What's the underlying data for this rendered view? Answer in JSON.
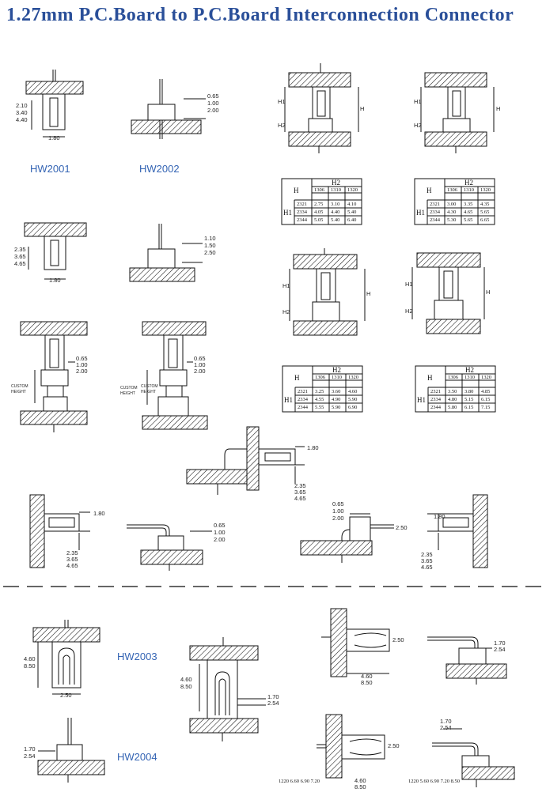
{
  "page": {
    "title": "1.27mm P.C.Board to P.C.Board Interconnection Connector"
  },
  "models": {
    "hw2001": "HW2001",
    "hw2002": "HW2002",
    "hw2003": "HW2003",
    "hw2004": "HW2004"
  },
  "dimensions": {
    "d_2_10": "2.10",
    "d_3_40": "3.40",
    "d_4_40": "4.40",
    "d_1_80": "1.80",
    "d_0_65": "0.65",
    "d_1_00": "1.00",
    "d_2_00": "2.00",
    "d_2_35": "2.35",
    "d_3_65": "3.65",
    "d_4_65": "4.65",
    "d_1_10": "1.10",
    "d_1_50": "1.50",
    "d_2_50": "2.50",
    "d_4_60": "4.60",
    "d_8_50": "8.50",
    "d_1_70": "1.70",
    "d_2_54": "2.54"
  },
  "labels": {
    "h": "H",
    "h1": "H1",
    "h2": "H2",
    "custom1": "CUSTOM",
    "custom2": "HEIGHT"
  },
  "tables": [
    {
      "col_header": "H2",
      "row_header": "H1",
      "corner": "H",
      "cols": [
        "1306",
        "1310",
        "1320"
      ],
      "rows": [
        {
          "h1": "2321",
          "vals": [
            "2.75",
            "3.10",
            "4.10"
          ]
        },
        {
          "h1": "2334",
          "vals": [
            "4.05",
            "4.40",
            "5.40"
          ]
        },
        {
          "h1": "2344",
          "vals": [
            "5.05",
            "5.40",
            "6.40"
          ]
        }
      ]
    },
    {
      "col_header": "H2",
      "row_header": "H1",
      "corner": "H",
      "cols": [
        "1306",
        "1310",
        "1320"
      ],
      "rows": [
        {
          "h1": "2321",
          "vals": [
            "3.00",
            "3.35",
            "4.35"
          ]
        },
        {
          "h1": "2334",
          "vals": [
            "4.30",
            "4.65",
            "5.65"
          ]
        },
        {
          "h1": "2344",
          "vals": [
            "5.30",
            "5.65",
            "6.65"
          ]
        }
      ]
    },
    {
      "col_header": "H2",
      "row_header": "H1",
      "corner": "H",
      "cols": [
        "1306",
        "1310",
        "1320"
      ],
      "rows": [
        {
          "h1": "2321",
          "vals": [
            "3.25",
            "3.60",
            "4.60"
          ]
        },
        {
          "h1": "2334",
          "vals": [
            "4.55",
            "4.90",
            "5.90"
          ]
        },
        {
          "h1": "2344",
          "vals": [
            "5.55",
            "5.90",
            "6.90"
          ]
        }
      ]
    },
    {
      "col_header": "H2",
      "row_header": "H1",
      "corner": "H",
      "cols": [
        "1306",
        "1310",
        "1320"
      ],
      "rows": [
        {
          "h1": "2321",
          "vals": [
            "3.50",
            "3.80",
            "4.85"
          ]
        },
        {
          "h1": "2334",
          "vals": [
            "4.80",
            "5.15",
            "6.15"
          ]
        },
        {
          "h1": "2344",
          "vals": [
            "5.80",
            "6.15",
            "7.15"
          ]
        }
      ]
    }
  ],
  "bottom_rows": {
    "left": "1220  6.60  6.90  7.20",
    "left_extra": "4.60  8.50",
    "right": "1220  5.60  6.90  7.20  8.50"
  }
}
